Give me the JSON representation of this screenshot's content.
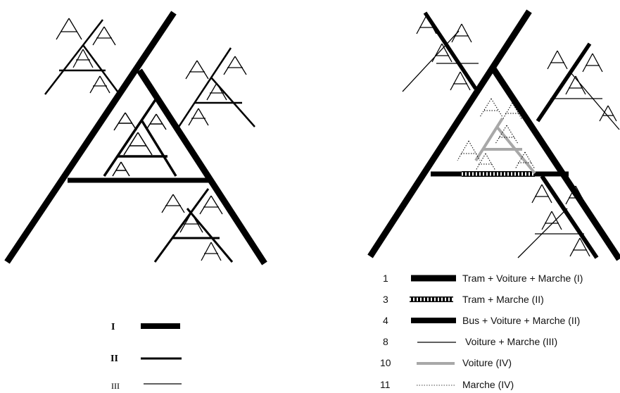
{
  "left_diagram": {
    "legend": [
      {
        "label": "I",
        "weight": "heavy"
      },
      {
        "label": "II",
        "weight": "medium"
      },
      {
        "label": "III",
        "weight": "thin"
      }
    ]
  },
  "right_diagram": {
    "legend": [
      {
        "number": "1",
        "style": "thick",
        "text": "Tram + Voiture + Marche (I)"
      },
      {
        "number": "3",
        "style": "hatched",
        "text": "Tram + Marche (II)"
      },
      {
        "number": "4",
        "style": "thick",
        "text": "Bus + Voiture + Marche (II)"
      },
      {
        "number": "8",
        "style": "thin",
        "text": "Voiture + Marche (III)"
      },
      {
        "number": "10",
        "style": "gray",
        "text": "Voiture (IV)"
      },
      {
        "number": "11",
        "style": "dotted",
        "text": "Marche (IV)"
      }
    ]
  },
  "colors": {
    "line": "#000000",
    "gray_line": "#a8a8a8",
    "background": "#ffffff"
  }
}
